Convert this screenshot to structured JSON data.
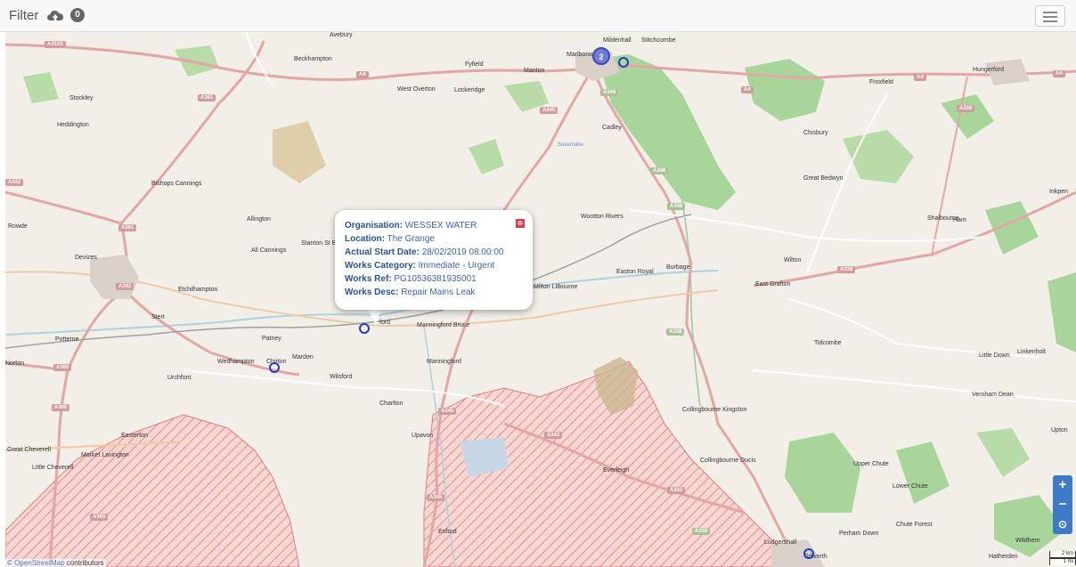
{
  "topbar": {
    "filter_label": "Filter",
    "cloud_icon": "cloud-upload-icon",
    "filter_count": "0",
    "menu_icon": "hamburger-menu-icon"
  },
  "popup": {
    "organisation_label": "Organisation:",
    "organisation_value": "WESSEX WATER",
    "location_label": "Location:",
    "location_value": "The Grange",
    "start_label": "Actual Start Date:",
    "start_value": "28/02/2019 08:00:00",
    "category_label": "Works Category:",
    "category_value": "Immediate - Urgent",
    "ref_label": "Works Ref:",
    "ref_value": "PG10536381935001",
    "desc_label": "Works Desc:",
    "desc_value": "Repair Mains Leak",
    "close_label": "⊗"
  },
  "cluster": {
    "count": "2"
  },
  "zoom": {
    "in": "+",
    "out": "−",
    "locate": "⊙"
  },
  "attribution": {
    "symbol": "©",
    "link": "OpenStreetMap",
    "text": " contributors"
  },
  "scale": {
    "km": "2 km",
    "mi": "1 mi"
  },
  "places": [
    {
      "name": "Avebury"
    },
    {
      "name": "Beckhampton"
    },
    {
      "name": "Stockley"
    },
    {
      "name": "Heddington"
    },
    {
      "name": "Bishops Cannings"
    },
    {
      "name": "Rowde"
    },
    {
      "name": "Devizes"
    },
    {
      "name": "Allington"
    },
    {
      "name": "All Cannings"
    },
    {
      "name": "Stanton St B"
    },
    {
      "name": "Etchilhampton"
    },
    {
      "name": "Stert"
    },
    {
      "name": "Potterne"
    },
    {
      "name": "Norton"
    },
    {
      "name": "Patney"
    },
    {
      "name": "Wedhampton"
    },
    {
      "name": "Chirton"
    },
    {
      "name": "Marden"
    },
    {
      "name": "Urchfont"
    },
    {
      "name": "Wilsford"
    },
    {
      "name": "Charlton"
    },
    {
      "name": "Easterton"
    },
    {
      "name": "Great Cheverell"
    },
    {
      "name": "Market Lavington"
    },
    {
      "name": "Little Cheverell"
    },
    {
      "name": "Upavon"
    },
    {
      "name": "Enford"
    },
    {
      "name": "Everleigh"
    },
    {
      "name": "Manningford"
    },
    {
      "name": "Manningford Bruce"
    },
    {
      "name": "ford"
    },
    {
      "name": "Milton Lilbourne"
    },
    {
      "name": "Easton Royal"
    },
    {
      "name": "Burbage"
    },
    {
      "name": "East Grafton"
    },
    {
      "name": "Wilton"
    },
    {
      "name": "Shalbourne"
    },
    {
      "name": "Ham"
    },
    {
      "name": "Inkpen"
    },
    {
      "name": "Great Bedwyn"
    },
    {
      "name": "Chisbury"
    },
    {
      "name": "Froxfield"
    },
    {
      "name": "Hungerford"
    },
    {
      "name": "Cadley"
    },
    {
      "name": "Wootton Rivers"
    },
    {
      "name": "Mildenhall"
    },
    {
      "name": "Stitchcombe"
    },
    {
      "name": "Marlborough"
    },
    {
      "name": "Manton"
    },
    {
      "name": "Fyfield"
    },
    {
      "name": "West Overton"
    },
    {
      "name": "Lockeridge"
    },
    {
      "name": "Tidcombe"
    },
    {
      "name": "Little Down"
    },
    {
      "name": "Linkenholt"
    },
    {
      "name": "Vernham Dean"
    },
    {
      "name": "Upton"
    },
    {
      "name": "Collingbourne Kingston"
    },
    {
      "name": "Collingbourne Ducis"
    },
    {
      "name": "Upper Chute"
    },
    {
      "name": "Lower Chute"
    },
    {
      "name": "Chute Forest"
    },
    {
      "name": "Ludgershall"
    },
    {
      "name": "Tidworth"
    },
    {
      "name": "Perham Down"
    },
    {
      "name": "Hatherden"
    },
    {
      "name": "Wildhern"
    },
    {
      "name": "Savernake"
    }
  ],
  "roads": [
    "A3102",
    "A4",
    "A361",
    "A342",
    "A361",
    "A342",
    "A360",
    "A360",
    "A360",
    "A345",
    "A346",
    "A346",
    "A346",
    "A345",
    "A4",
    "A4",
    "A338",
    "A338",
    "A338",
    "A342",
    "A342",
    "A338",
    "A345",
    "A4"
  ],
  "colors": {
    "marker": "#1d3dca",
    "cluster": "#6e7ce0",
    "military_zone": "#e88080",
    "woodland": "#a8d59a",
    "water": "#aad3df"
  }
}
